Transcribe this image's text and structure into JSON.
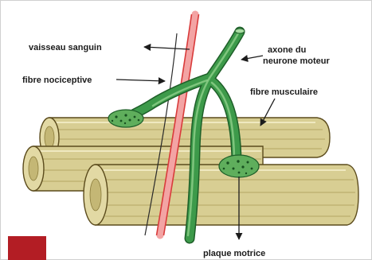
{
  "labels": {
    "vaisseau_sanguin": "vaisseau sanguin",
    "fibre_nociceptive": "fibre nociceptive",
    "axone_du_neurone_moteur": [
      "axone du",
      "neurone moteur"
    ],
    "fibre_musculaire": "fibre musculaire",
    "plaque_motrice": "plaque motrice"
  },
  "colors": {
    "muscle": "#d8ce93",
    "vessel": "#d93b3b",
    "nerve": "#3d9a4a",
    "accent": "#b31d24"
  }
}
